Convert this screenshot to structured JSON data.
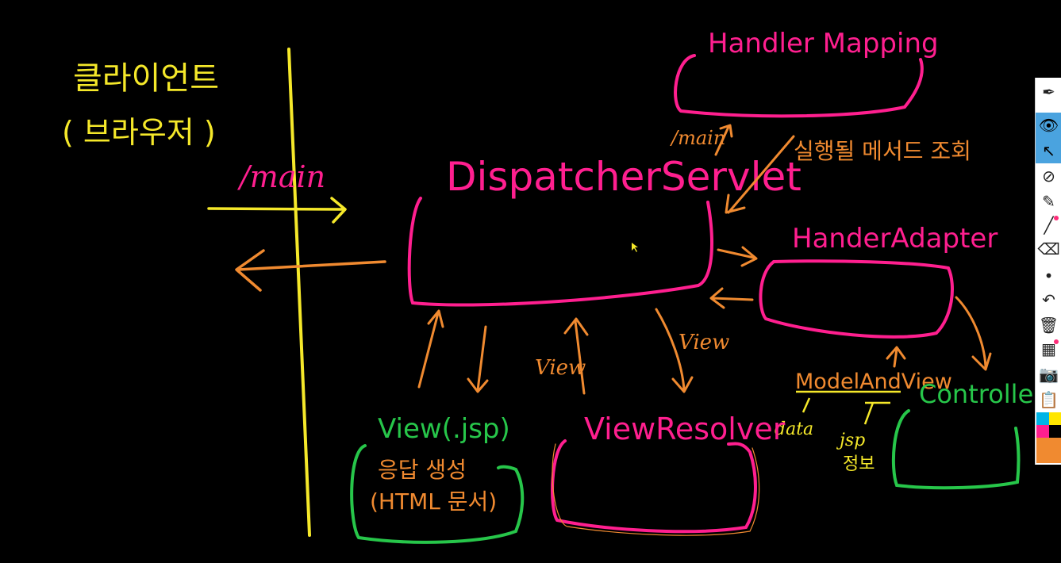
{
  "colors": {
    "yellow": "#f5e82a",
    "pink": "#ff1f8f",
    "orange": "#f08a30",
    "green": "#27c64a",
    "background": "#000000"
  },
  "diagram": {
    "client_title": "클라이언트",
    "client_sub": "( 브라우저 )",
    "main_request": "/main",
    "dispatcher_servlet": "DispatcherServlet",
    "handler_mapping": "Handler Mapping",
    "main_to_mapping": "/main",
    "execute_method_lookup": "실행될 메서드 조회",
    "handler_adapter": "HanderAdapter",
    "model_and_view": "ModelAndView",
    "data_label": "data",
    "jsp_label": "jsp",
    "jsp_info": "정보",
    "controller": "Controller",
    "view_left": "View",
    "view_right": "View",
    "view_resolver": "ViewResolver",
    "view_jsp": "View(.jsp)",
    "response_create": "응답 생성",
    "html_doc": "(HTML 문서)"
  },
  "toolbar": {
    "tools": [
      {
        "name": "pen-icon",
        "glyph": "✒",
        "active": false
      },
      {
        "name": "eye-icon",
        "glyph": "👁",
        "active": true
      },
      {
        "name": "cursor-icon",
        "glyph": "↖",
        "active": true
      },
      {
        "name": "no-symbol-icon",
        "glyph": "⊘",
        "active": false
      },
      {
        "name": "highlighter-icon",
        "glyph": "✎",
        "active": false
      },
      {
        "name": "line-icon",
        "glyph": "╱",
        "active": false
      },
      {
        "name": "eraser-icon",
        "glyph": "⌫",
        "active": false
      },
      {
        "name": "dot-icon",
        "glyph": "•",
        "active": false
      },
      {
        "name": "undo-icon",
        "glyph": "↶",
        "active": false
      },
      {
        "name": "trash-icon",
        "glyph": "🗑",
        "active": false
      },
      {
        "name": "whiteboard-icon",
        "glyph": "▦",
        "active": false
      },
      {
        "name": "camera-icon",
        "glyph": "📷",
        "active": false
      },
      {
        "name": "clipboard-icon",
        "glyph": "📋",
        "active": false
      }
    ],
    "swatches": [
      "#00b4e6",
      "#ffe600",
      "#ff1f8f",
      "#000000"
    ],
    "big_swatch": "#f08a30"
  }
}
